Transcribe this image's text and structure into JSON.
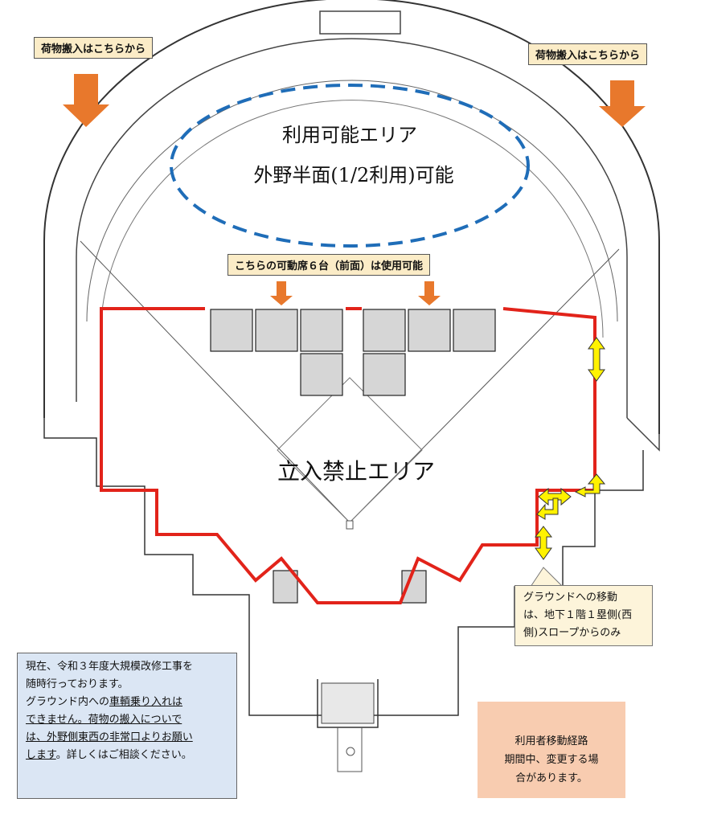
{
  "colors": {
    "restricted_line": "#e2231a",
    "available_ellipse": "#1f6db8",
    "load_arrow": "#e8782c",
    "route_arrow": "#fff200",
    "callout_bg": "#fbecc7",
    "note_bg": "#dbe6f4",
    "legend_bg": "#f8ccb0"
  },
  "map": {
    "load_in_left": "荷物搬入はこちらから",
    "load_in_right": "荷物搬入はこちらから",
    "available_area_title": "利用可能エリア",
    "available_area_sub": "外野半面(1/2利用)可能",
    "seats_callout": "こちらの可動席６台（前面）は使用可能",
    "restricted_area": "立入禁止エリア",
    "ground_access": [
      "グラウンドへの移動",
      "は、地下１階１塁側(西",
      "側)スロープからのみ"
    ]
  },
  "notice": {
    "line1": "現在、令和３年度大規模改修工事を",
    "line2": "随時行っております。",
    "line3_a": "グラウンド内への",
    "line3_b": "車輌乗り入れは",
    "line4": "できません。荷物の搬入についで",
    "line5": "は、外野側東西の非常口よりお願い",
    "line6_a": "します",
    "line6_b": "。詳しくはご相談ください。"
  },
  "legend": {
    "title": "利用者移動経路",
    "line2": "期間中、変更する場",
    "line3": "合があります。",
    "icon": "double-arrow-icon"
  }
}
